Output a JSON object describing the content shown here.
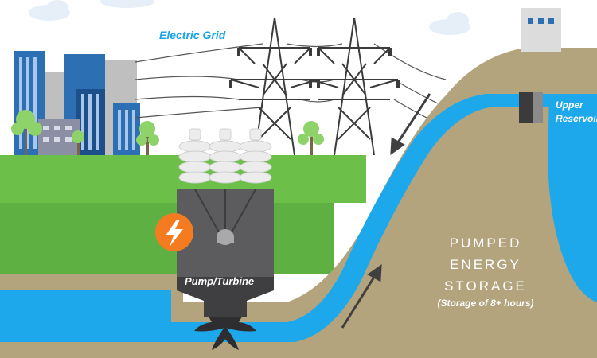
{
  "labels": {
    "electric_grid": "Electric Grid",
    "upper_reservoir": "Upper Reservoir",
    "pump_turbine": "Pump/Turbine",
    "storage_title": "PUMPED ENERGY STORAGE",
    "storage_subtitle": "(Storage of 8+ hours)"
  },
  "colors": {
    "sky": "#ffffff",
    "grass": "#6cc04a",
    "grass_dark": "#5fb043",
    "ground": "#b3a47e",
    "water": "#1ea8ec",
    "machine": "#5c5c5e",
    "insulator": "#ececec",
    "accent_bolt": "#f47b20",
    "building_blue": "#2c6fb3",
    "building_gray": "#bfbfbf",
    "arrow": "#404040"
  },
  "icons": {
    "bolt": "lightning-bolt-icon",
    "tower": "transmission-tower-icon"
  }
}
